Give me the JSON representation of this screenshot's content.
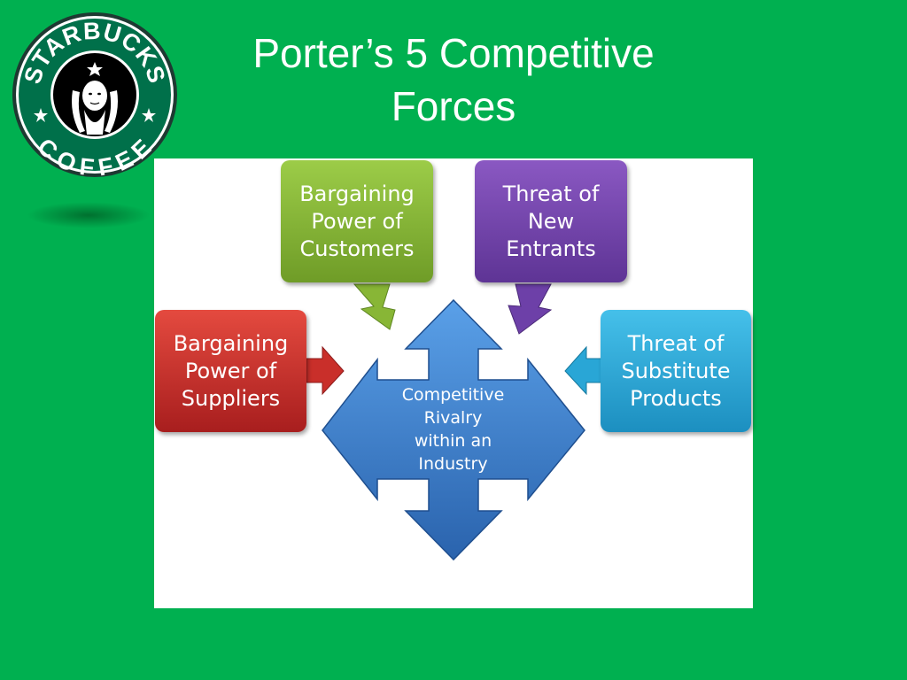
{
  "slide": {
    "title_line1": "Porter’s 5 Competitive",
    "title_line2": "Forces"
  },
  "logo": {
    "top_text": "STARBUCKS",
    "bottom_text": "COFFEE",
    "colors": {
      "ring": "#00704a",
      "outer": "#1e3932",
      "inner": "#000000",
      "text": "#ffffff"
    }
  },
  "diagram": {
    "center": "Competitive\nRivalry\nwithin an\nIndustry",
    "forces": {
      "customers": "Bargaining\nPower of\nCustomers",
      "new_entrants": "Threat of\nNew\nEntrants",
      "suppliers": "Bargaining\nPower of\nSuppliers",
      "substitutes": "Threat of\nSubstitute\nProducts"
    },
    "colors": {
      "center": "#3a7cc9",
      "customers": "#8fbc3b",
      "new_entrants": "#7b4ab0",
      "suppliers": "#d0312d",
      "substitutes": "#2eaad8"
    }
  }
}
